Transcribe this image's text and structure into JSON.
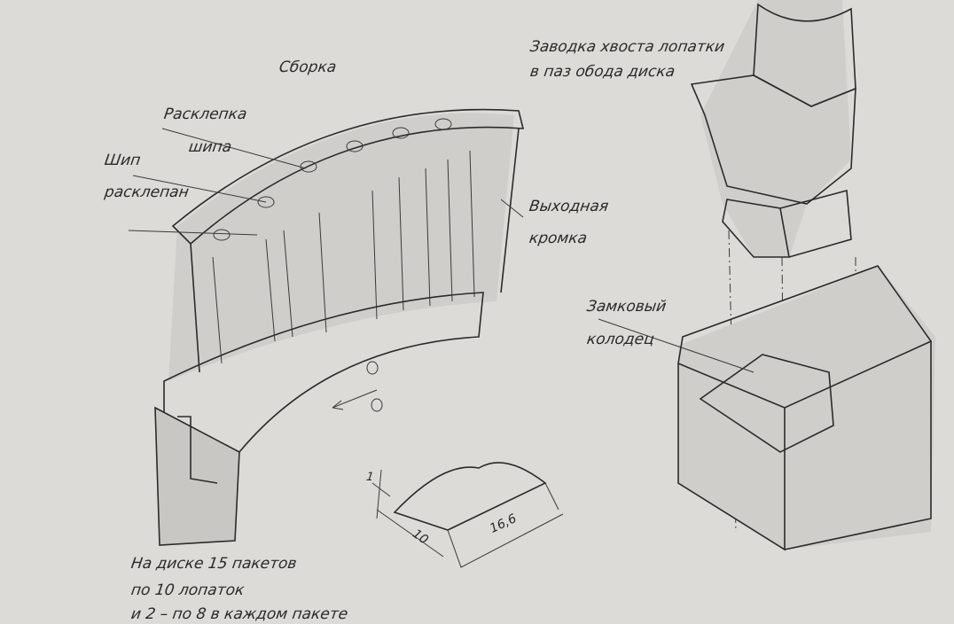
{
  "left_assembly": {
    "title": "Сборка",
    "riveting_label_1": "Расклепка",
    "riveting_label_2": "шипа",
    "tenon_label_1": "Шип",
    "tenon_label_2": "расклепан",
    "trailing_edge_1": "Выходная",
    "trailing_edge_2": "кромка"
  },
  "right_assembly": {
    "insertion_1": "Заводка хвоста лопатки",
    "insertion_2": "в паз обода диска",
    "lock_well_1": "Замковый",
    "lock_well_2": "колодец"
  },
  "shroud_strip": {
    "dim_thickness": "1",
    "dim_width": "10",
    "dim_length": "16,6"
  },
  "note": {
    "line1": "На диске 15 пакетов",
    "line2": "по 10 лопаток",
    "line3": "и 2 – по 8 в каждом пакете"
  }
}
